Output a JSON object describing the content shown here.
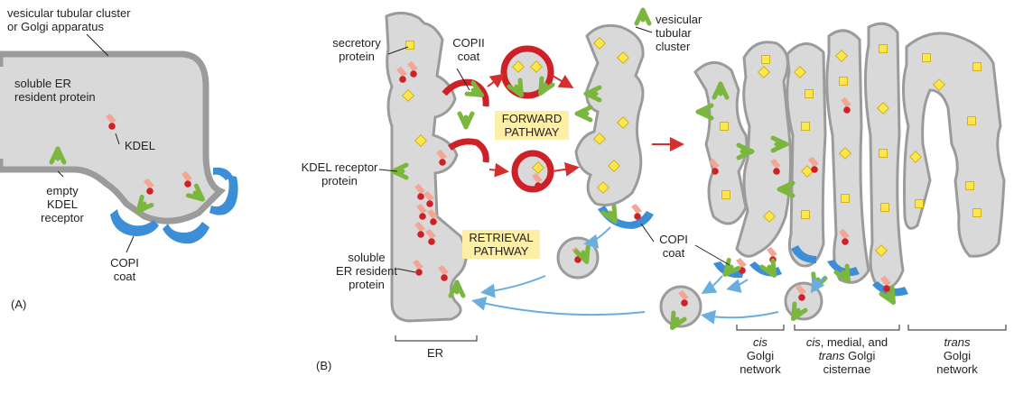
{
  "panel_a": {
    "panel_label": "(A)",
    "golgi_label": [
      "vesicular tubular cluster",
      "or Golgi apparatus"
    ],
    "resident_protein_label": [
      "soluble ER",
      "resident protein"
    ],
    "kdel_label": "KDEL",
    "empty_receptor_label": [
      "empty",
      "KDEL",
      "receptor"
    ],
    "copi_label": [
      "COPI",
      "coat"
    ]
  },
  "panel_b": {
    "panel_label": "(B)",
    "secretory_label": [
      "secretory",
      "protein"
    ],
    "copii_label": [
      "COPII",
      "coat"
    ],
    "vtc_label": [
      "vesicular",
      "tubular",
      "cluster"
    ],
    "forward_label": [
      "FORWARD",
      "PATHWAY"
    ],
    "kdel_receptor_label": [
      "KDEL receptor",
      "protein"
    ],
    "retrieval_label": [
      "RETRIEVAL",
      "PATHWAY"
    ],
    "copi_label": [
      "COPI",
      "coat"
    ],
    "resident_label": [
      "soluble",
      "ER resident",
      "protein"
    ],
    "er_label": "ER",
    "cis_golgi_label": [
      "cis",
      "Golgi",
      "network"
    ],
    "cisternae_label": [
      "cis, medial, and",
      "trans Golgi",
      "cisternae"
    ],
    "cisternae_italic": [
      "cis",
      "trans"
    ],
    "trans_golgi_label": [
      "trans",
      "Golgi",
      "network"
    ]
  },
  "colors": {
    "membrane_fill": "#d9d9d9",
    "membrane_stroke": "#9b9b9b",
    "copii_red": "#cd2027",
    "copi_blue": "#3c8fd6",
    "receptor_green": "#7bb63f",
    "cargo_yellow": "#fde74c",
    "kdel_pink": "#f4a594",
    "arrow_red": "#d32f2f",
    "arrow_blue": "#6aaee0",
    "highlight": "#fdf0a6"
  }
}
